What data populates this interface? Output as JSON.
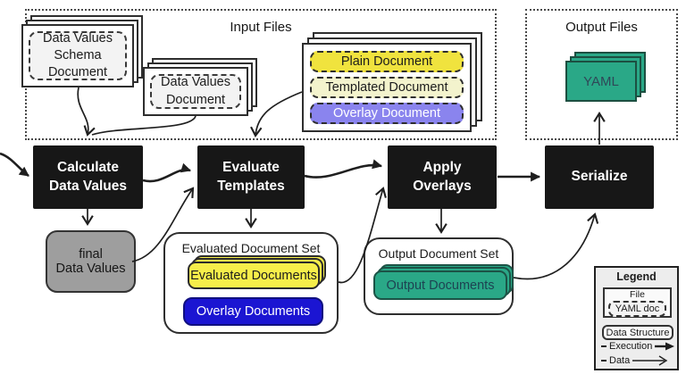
{
  "colors": {
    "process_box": "#171717",
    "yellow_bright": "#f0e33e",
    "yellow_pale": "#f3f3cd",
    "yellow_evaluated": "#f6ee4a",
    "purple_overlay": "#8a84ee",
    "blue_overlay": "#1b15d2",
    "teal": "#2aa887",
    "gray_final": "#9e9e9e"
  },
  "input_files": {
    "title": "Input Files",
    "data_values_schema_document": "Data Values\nSchema\nDocument",
    "data_values_document": "Data Values\nDocument",
    "plain_document": "Plain Document",
    "templated_document": "Templated Document",
    "overlay_document": "Overlay Document"
  },
  "output_files": {
    "title": "Output Files",
    "yaml": "YAML"
  },
  "processes": {
    "calculate_data_values": "Calculate\nData Values",
    "evaluate_templates": "Evaluate\nTemplates",
    "apply_overlays": "Apply\nOverlays",
    "serialize": "Serialize"
  },
  "data_structures": {
    "final_data_values": "final\nData Values",
    "evaluated_document_set": {
      "title": "Evaluated Document Set",
      "evaluated_documents": "Evaluated Documents",
      "overlay_documents": "Overlay Documents"
    },
    "output_document_set": {
      "title": "Output Document Set",
      "output_documents": "Output Documents"
    }
  },
  "legend": {
    "title": "Legend",
    "file_label": "File",
    "yaml_doc_label": "YAML doc",
    "data_structure_label": "Data Structure",
    "execution_label": "Execution",
    "data_label": "Data"
  }
}
